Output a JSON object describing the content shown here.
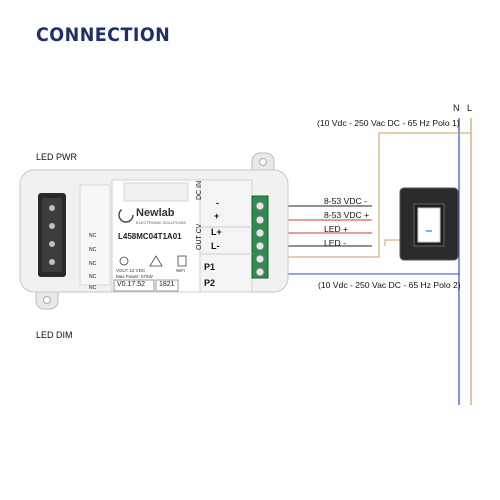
{
  "title": "CONNECTION",
  "labels": {
    "led_pwr": "LED PWR",
    "led_dim": "LED DIM",
    "neutral": "N",
    "line": "L",
    "polo1": "(10 Vdc - 250 Vac DC - 65 Hz Polo 1)",
    "polo2": "(10 Vdc - 250 Vac DC - 65 Hz Polo 2)",
    "vdc_minus": "8-53 VDC -",
    "vdc_plus": "8-53 VDC +",
    "led_plus": "LED +",
    "led_minus": "LED -"
  },
  "device": {
    "brand": "Newlab",
    "brand_sub": "ELECTRONIC SOLUTIONS",
    "model": "L458MC04T1A01",
    "input_label": "VOLT: 12 VDC",
    "power_label": "Max Power: 576W",
    "wifi_label": "WiFi",
    "version": "V0.17.52",
    "batch": "1821",
    "nc": [
      "NC",
      "NC",
      "NC",
      "NC",
      "NC"
    ],
    "dc_in": "DC IN",
    "out_cv": "OUT CV",
    "t_minus": "-",
    "t_plus": "+",
    "t_l_plus": "L+",
    "t_l_minus": "L-",
    "p1": "P1",
    "p2": "P2"
  },
  "colors": {
    "title": "#1f2f6b",
    "terminal_block": "#2e8a4e",
    "wire_neutral": "#2b4cc4",
    "wire_line": "#c9a25a",
    "wire_plus": "#d33a3a",
    "wire_minus": "#222222"
  }
}
